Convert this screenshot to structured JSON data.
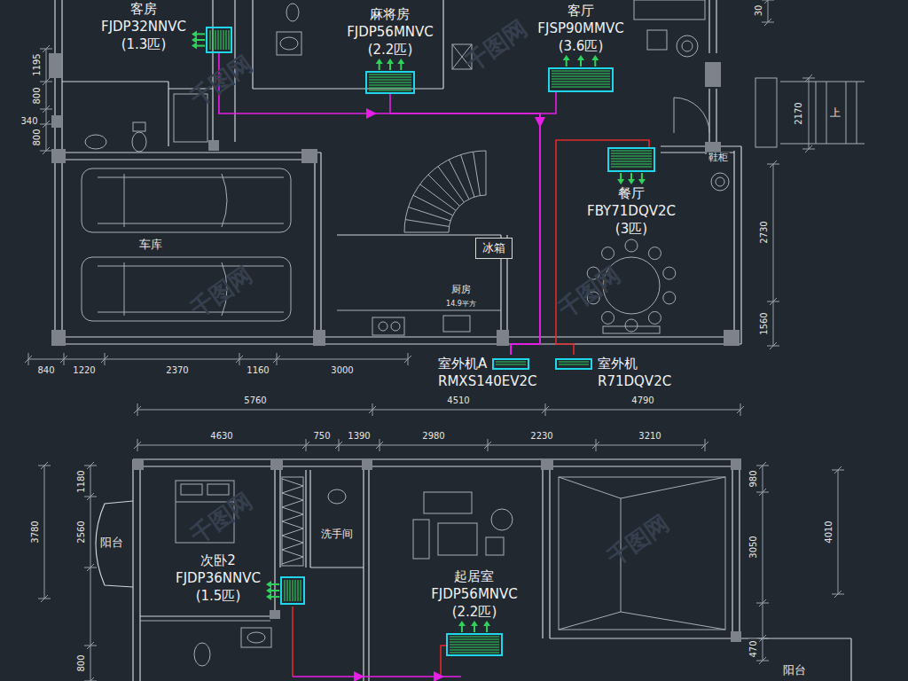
{
  "diagram": {
    "nodes": [
      {
        "text": [
          "客房",
          "FJDP32NNVC",
          "(1.3匹)"
        ]
      },
      {
        "text": [
          "麻将房",
          "FJDP56MNVC",
          "(2.2匹)"
        ]
      },
      {
        "text": [
          "客厅",
          "FJSP90MMVC",
          "(3.6匹)"
        ]
      },
      {
        "text": [
          "餐厅",
          "FBY71DQV2C",
          "(3匹)"
        ]
      },
      {
        "text": [
          "冰箱"
        ]
      },
      {
        "text": [
          "室外机A",
          "RMXS140EV2C"
        ]
      },
      {
        "text": [
          "室外机",
          "R71DQV2C"
        ]
      },
      {
        "text": [
          "次卧2",
          "FJDP36NNVC",
          "(1.5匹)"
        ]
      },
      {
        "text": [
          "起居室",
          "FJDP56MNVC",
          "(2.2匹)"
        ]
      }
    ],
    "edges": [
      {
        "from": 0,
        "to": 5,
        "arrow": "none"
      },
      {
        "from": 1,
        "to": 5,
        "arrow": "none"
      },
      {
        "from": 2,
        "to": 5,
        "arrow": "none"
      },
      {
        "from": 3,
        "to": 6,
        "arrow": "none"
      }
    ],
    "labels": [
      "车库",
      "厨房",
      "14.9平方",
      "上",
      "鞋柜",
      "840",
      "1220",
      "2370",
      "1160",
      "3000",
      "1195",
      "800",
      "340",
      "800",
      "30",
      "2170",
      "2730",
      "1560",
      "5760",
      "4510",
      "4790",
      "4630",
      "750",
      "1390",
      "2980",
      "2230",
      "3210",
      "1180",
      "2560",
      "3780",
      "800",
      "980",
      "3050",
      "4010",
      "470",
      "阳台",
      "洗手间",
      "阳台",
      "千图网",
      "千图网",
      "千图网",
      "千图网",
      "千图网",
      "千图网"
    ]
  }
}
